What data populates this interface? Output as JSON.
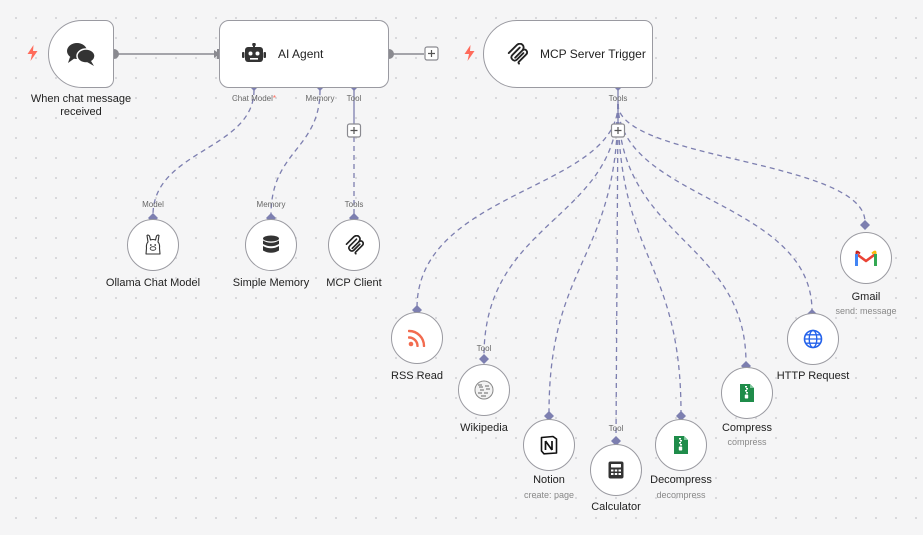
{
  "nodes": {
    "chat_trigger": {
      "label_line1": "When chat message",
      "label_line2": "received",
      "icon": "chat-bubbles-icon"
    },
    "ai_agent": {
      "title": "AI Agent",
      "icon": "robot-icon",
      "ports": {
        "chat_model": "Chat Model",
        "memory": "Memory",
        "tool": "Tool"
      }
    },
    "mcp_trigger": {
      "title": "MCP Server Trigger",
      "icon": "mcp-logo-icon",
      "ports": {
        "tools": "Tools"
      }
    },
    "ollama": {
      "label": "Ollama Chat Model",
      "port": "Model",
      "icon": "llama-icon"
    },
    "simple_memory": {
      "label": "Simple Memory",
      "port": "Memory",
      "icon": "database-icon"
    },
    "mcp_client": {
      "label": "MCP Client",
      "port": "Tools",
      "icon": "mcp-logo-icon"
    },
    "rss_read": {
      "label": "RSS Read",
      "icon": "rss-icon"
    },
    "wikipedia": {
      "label": "Wikipedia",
      "port": "Tool",
      "icon": "wikipedia-globe-icon"
    },
    "notion": {
      "label": "Notion",
      "sub": "create: page",
      "icon": "notion-icon"
    },
    "calculator": {
      "label": "Calculator",
      "port": "Tool",
      "icon": "calculator-icon"
    },
    "decompress": {
      "label": "Decompress",
      "sub": "decompress",
      "icon": "zip-file-icon"
    },
    "compress": {
      "label": "Compress",
      "sub": "compress",
      "icon": "zip-file-icon"
    },
    "http_request": {
      "label": "HTTP Request",
      "icon": "globe-icon"
    },
    "gmail": {
      "label": "Gmail",
      "sub": "send: message",
      "icon": "gmail-icon"
    }
  },
  "colors": {
    "connection": "#7d7fb0",
    "port": "#7d7fb0",
    "trigger_bolt": "#ff6b5b",
    "node_border": "#9a9aa1",
    "main_wire": "#8a8a90"
  }
}
